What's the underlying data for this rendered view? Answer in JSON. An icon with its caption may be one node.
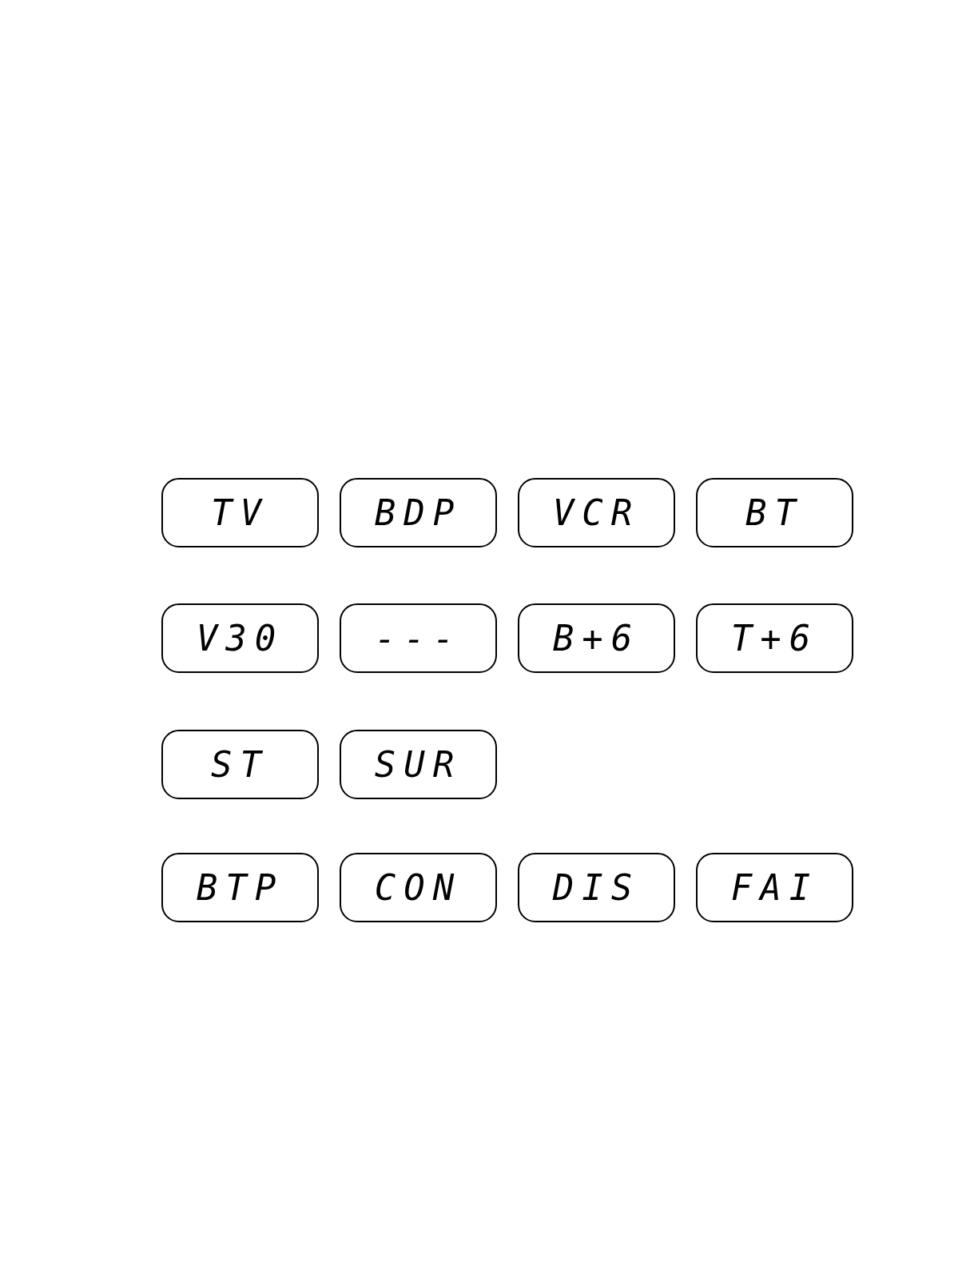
{
  "diagram": {
    "nodes": [
      {
        "text": [
          "TV"
        ]
      },
      {
        "text": [
          "BDP"
        ]
      },
      {
        "text": [
          "VCR"
        ]
      },
      {
        "text": [
          "BT"
        ]
      },
      {
        "text": [
          "V30"
        ]
      },
      {
        "text": [
          "---"
        ]
      },
      {
        "text": [
          "B+6"
        ]
      },
      {
        "text": [
          "T+6"
        ]
      },
      {
        "text": [
          "ST"
        ]
      },
      {
        "text": [
          "SUR"
        ]
      },
      {
        "text": [
          "BTP"
        ]
      },
      {
        "text": [
          "CON"
        ]
      },
      {
        "text": [
          "DIS"
        ]
      },
      {
        "text": [
          "FAI"
        ]
      }
    ]
  }
}
